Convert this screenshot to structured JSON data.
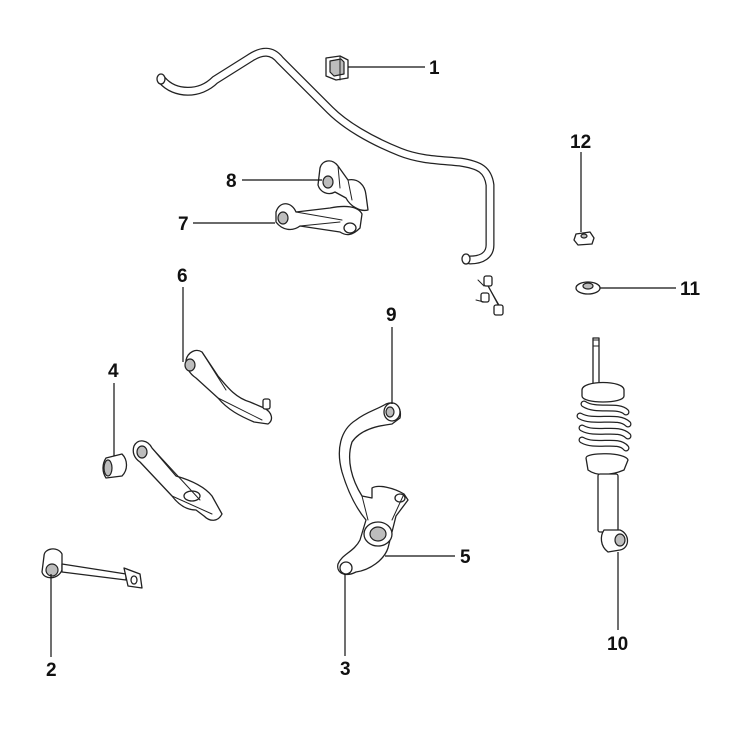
{
  "callouts": [
    "1",
    "2",
    "3",
    "4",
    "5",
    "6",
    "7",
    "8",
    "9",
    "10",
    "11",
    "12"
  ],
  "colors": {
    "line": "#222222",
    "fill": "#ffffff",
    "shade": "#bdbdbd",
    "background": "#ffffff"
  }
}
